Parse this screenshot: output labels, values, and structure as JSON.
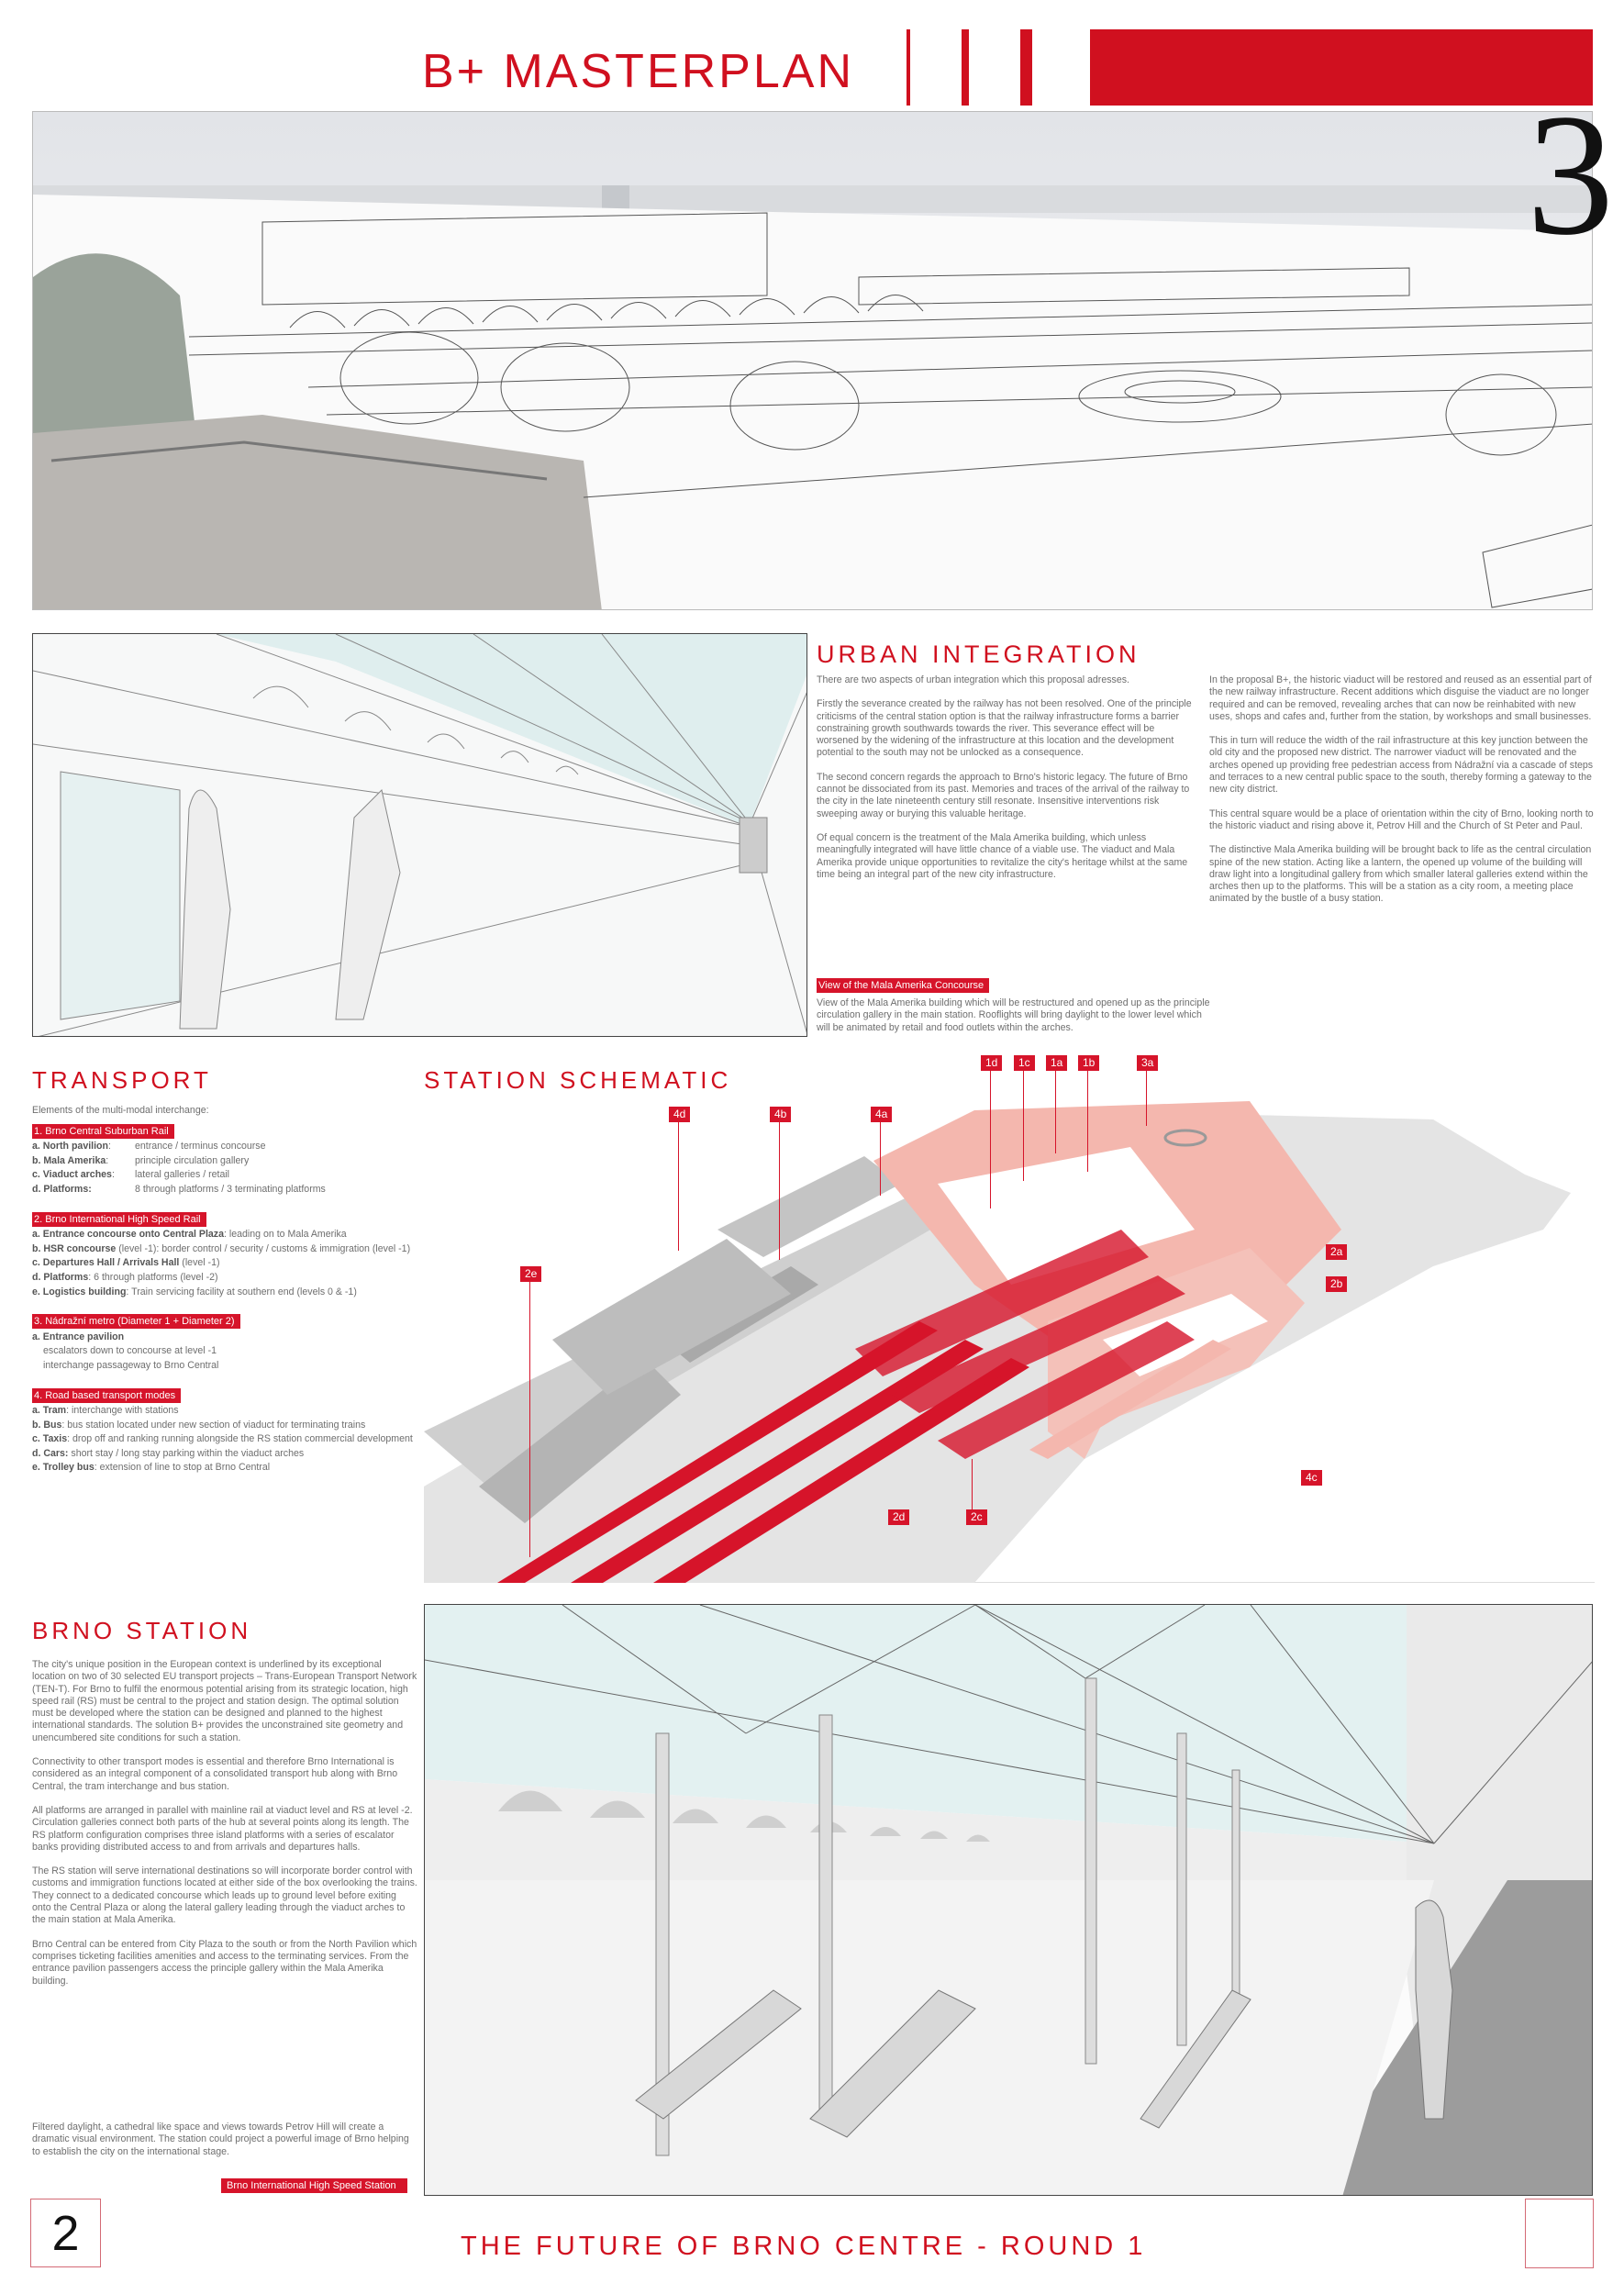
{
  "header": {
    "title": "B+ MASTERPLAN",
    "sheet_number": "3"
  },
  "urban_integration": {
    "heading": "URBAN INTEGRATION",
    "col1": [
      "There are two aspects of urban integration which this proposal adresses.",
      "Firstly the severance created by the railway has not been resolved. One of the principle criticisms of the central station option is that the railway infrastructure forms a barrier constraining growth southwards towards the river. This severance effect will be worsened by the widening of the infrastructure at this location and the development potential to the south may not be unlocked as a consequence.",
      "The second concern regards the approach to Brno's historic legacy. The future of Brno cannot be dissociated from its past. Memories and traces of the arrival of the railway to the city in the late nineteenth century still resonate. Insensitive interventions risk sweeping away or burying this valuable heritage.",
      "Of equal concern is the treatment of the Mala Amerika building, which unless meaningfully integrated will have little chance of a viable use. The viaduct and Mala Amerika provide unique opportunities to revitalize the city's heritage whilst at the same time being an integral part of the new city infrastructure."
    ],
    "col2": [
      "In the proposal B+, the historic viaduct will be restored and reused as an essential part of the new railway infrastructure. Recent additions which disguise the viaduct are no longer required and can be removed, revealing arches that can now be reinhabited with new uses, shops and cafes and, further from the station, by workshops and small businesses.",
      "This in turn will reduce the width of the rail infrastructure at this key junction between the old city and the proposed new district. The narrower viaduct will be renovated and the arches opened up providing free pedestrian access from Nádražní via a cascade of steps and terraces to a new central public space to the south, thereby forming a gateway to the new city district.",
      "This central square would be a place of orientation within the city of Brno, looking north to the historic viaduct and rising above it, Petrov Hill and the Church of St Peter and Paul.",
      "The distinctive Mala Amerika building will be brought back to life as the central circulation spine of the new station. Acting like a lantern, the opened up volume of the building will draw light into a longitudinal gallery from which smaller lateral galleries extend within the arches then up to the platforms. This will be a station as a city room, a meeting place animated by the bustle of a busy station."
    ],
    "caption_tag": "View of the Mala Amerika Concourse",
    "caption": "View of the Mala Amerika building which will be restructured and opened up as the principle circulation gallery in the main station. Rooflights will bring daylight to the lower level which will be animated by retail and food outlets within the arches."
  },
  "transport": {
    "heading": "TRANSPORT",
    "intro": "Elements of the multi-modal interchange:",
    "groups": [
      {
        "title": "1. Brno Central Suburban Rail",
        "items": [
          {
            "key": "a. North pavilion",
            "sep": ":",
            "value": "entrance / terminus concourse"
          },
          {
            "key": "b. Mala Amerika",
            "sep": ":",
            "value": "principle circulation gallery"
          },
          {
            "key": "c. Viaduct arches",
            "sep": ":",
            "value": "lateral galleries / retail"
          },
          {
            "key": "d. Platforms:",
            "sep": "",
            "value": "8 through platforms / 3 terminating platforms"
          }
        ]
      },
      {
        "title": "2. Brno International High Speed Rail",
        "items": [
          {
            "key": "a. Entrance concourse onto Central Plaza",
            "sep": ":",
            "value": " leading on to Mala Amerika"
          },
          {
            "key": "b. HSR concourse",
            "sep": "",
            "value": " (level -1): border control / security / customs & immigration (level -1)"
          },
          {
            "key": "c. Departures Hall / Arrivals Hall",
            "sep": "",
            "value": " (level -1)"
          },
          {
            "key": "d. Platforms",
            "sep": ":",
            "value": " 6 through platforms (level -2)"
          },
          {
            "key": "e. Logistics building",
            "sep": ":",
            "value": " Train servicing facility at southern end (levels 0 & -1)"
          }
        ]
      },
      {
        "title": "3. Nádražní metro (Diameter 1 + Diameter 2)",
        "items": [
          {
            "key": "a. Entrance pavilion",
            "sep": "",
            "value": ""
          },
          {
            "key": "",
            "sep": "",
            "value": "escalators down to concourse at level -1"
          },
          {
            "key": "",
            "sep": "",
            "value": "interchange passageway to Brno Central"
          }
        ]
      },
      {
        "title": "4.  Road based transport modes",
        "items": [
          {
            "key": "a. Tram",
            "sep": ":",
            "value": " interchange with stations"
          },
          {
            "key": "b. Bus",
            "sep": ":",
            "value": " bus station located under new section of viaduct for terminating trains"
          },
          {
            "key": "c. Taxis",
            "sep": ":",
            "value": " drop off and ranking running alongside the RS station commercial development"
          },
          {
            "key": "d. Cars:",
            "sep": "",
            "value": " short stay / long stay parking within the viaduct arches"
          },
          {
            "key": "e. Trolley bus",
            "sep": ":",
            "value": "  extension of line to stop at Brno Central"
          }
        ]
      }
    ]
  },
  "schematic": {
    "heading": "STATION SCHEMATIC",
    "labels": [
      "1d",
      "1c",
      "1a",
      "1b",
      "3a",
      "4d",
      "4b",
      "4a",
      "2e",
      "2a",
      "2b",
      "4c",
      "2d",
      "2c"
    ]
  },
  "brno_station": {
    "heading": "BRNO STATION",
    "paragraphs": [
      "The city's unique position in the European context is underlined by its exceptional location on two of 30 selected EU transport projects – Trans-European Transport Network (TEN-T). For Brno to fulfil the enormous potential arising from its strategic location, high speed rail (RS) must be central to the project and station design. The optimal solution must be developed where the station can be designed and planned to the highest international standards. The solution B+ provides the unconstrained site geometry and unencumbered site conditions for such a station.",
      "Connectivity to other transport modes is essential and therefore Brno International is considered as an integral component of a consolidated transport hub along with Brno Central, the tram interchange and bus station.",
      "All platforms are arranged in parallel with mainline rail at viaduct level and RS at level -2. Circulation galleries connect both parts of the hub at several points along its length. The RS platform configuration comprises three island platforms with a series of escalator banks providing distributed access to and from arrivals and departures halls.",
      "The RS station will serve international destinations so will incorporate border control with customs and immigration functions located at either side of the box overlooking the trains. They connect to a dedicated concourse which leads up to ground level before exiting onto the Central Plaza or along the lateral gallery leading through the viaduct arches to the main station at Mala Amerika.",
      "Brno Central can be entered from City Plaza to the south or from the North Pavilion which comprises ticketing facilities amenities and access to the terminating services. From the entrance pavilion passengers access the principle gallery within the Mala Amerika building."
    ],
    "closing": "Filtered daylight, a cathedral like space and views towards Petrov Hill will create a dramatic visual environment. The station could project a powerful image of Brno helping to establish the city on the international stage.",
    "caption_tag": "Brno International High Speed Station"
  },
  "footer": {
    "page_number": "2",
    "title": "THE FUTURE OF BRNO CENTRE -  ROUND 1"
  },
  "colors": {
    "accent": "#d0101f",
    "text": "#6e6e6e"
  }
}
